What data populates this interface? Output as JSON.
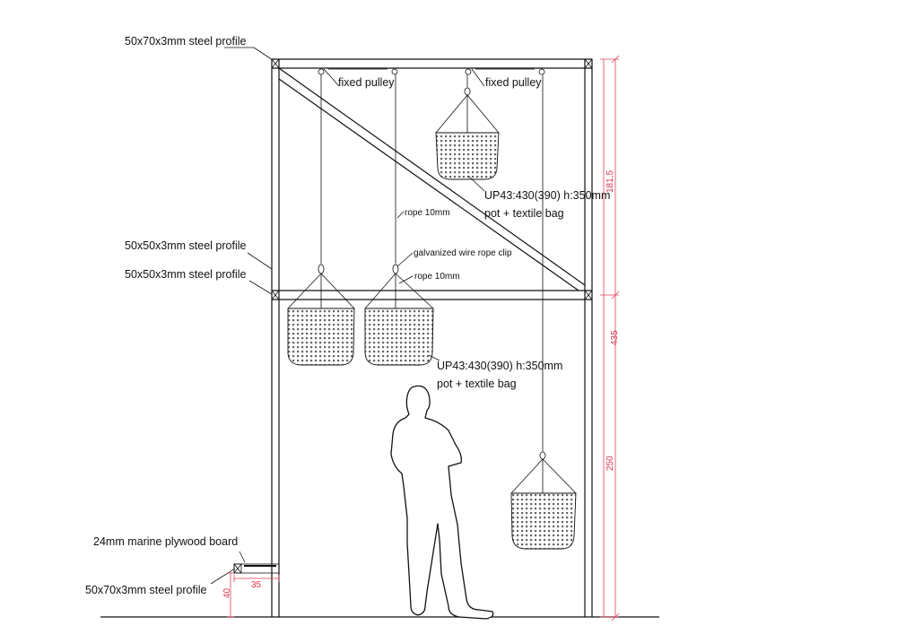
{
  "labels": {
    "steel_top": "50x70x3mm steel profile",
    "steel_mid_1": "50x50x3mm steel profile",
    "steel_mid_2": "50x50x3mm steel profile",
    "plywood": "24mm marine plywood board",
    "steel_bottom": "50x70x3mm steel profile",
    "pulley_left": "fixed pulley",
    "pulley_right": "fixed pulley",
    "rope_upper": "rope 10mm",
    "rope_lower": "rope 10mm",
    "clip": "galvanized wire rope clip",
    "pot_upper_line1": "UP43:430(390) h:350mm",
    "pot_upper_line2": "pot + textile bag",
    "pot_lower_line1": "UP43:430(390) h:350mm",
    "pot_lower_line2": "pot + textile bag"
  },
  "dimensions": {
    "upper": "181,5",
    "total": "435",
    "lower": "250",
    "board_height": "40",
    "board_width": "35"
  },
  "colors": {
    "line": "#111111",
    "dimension": "#e0405a",
    "mesh": "#555555"
  }
}
